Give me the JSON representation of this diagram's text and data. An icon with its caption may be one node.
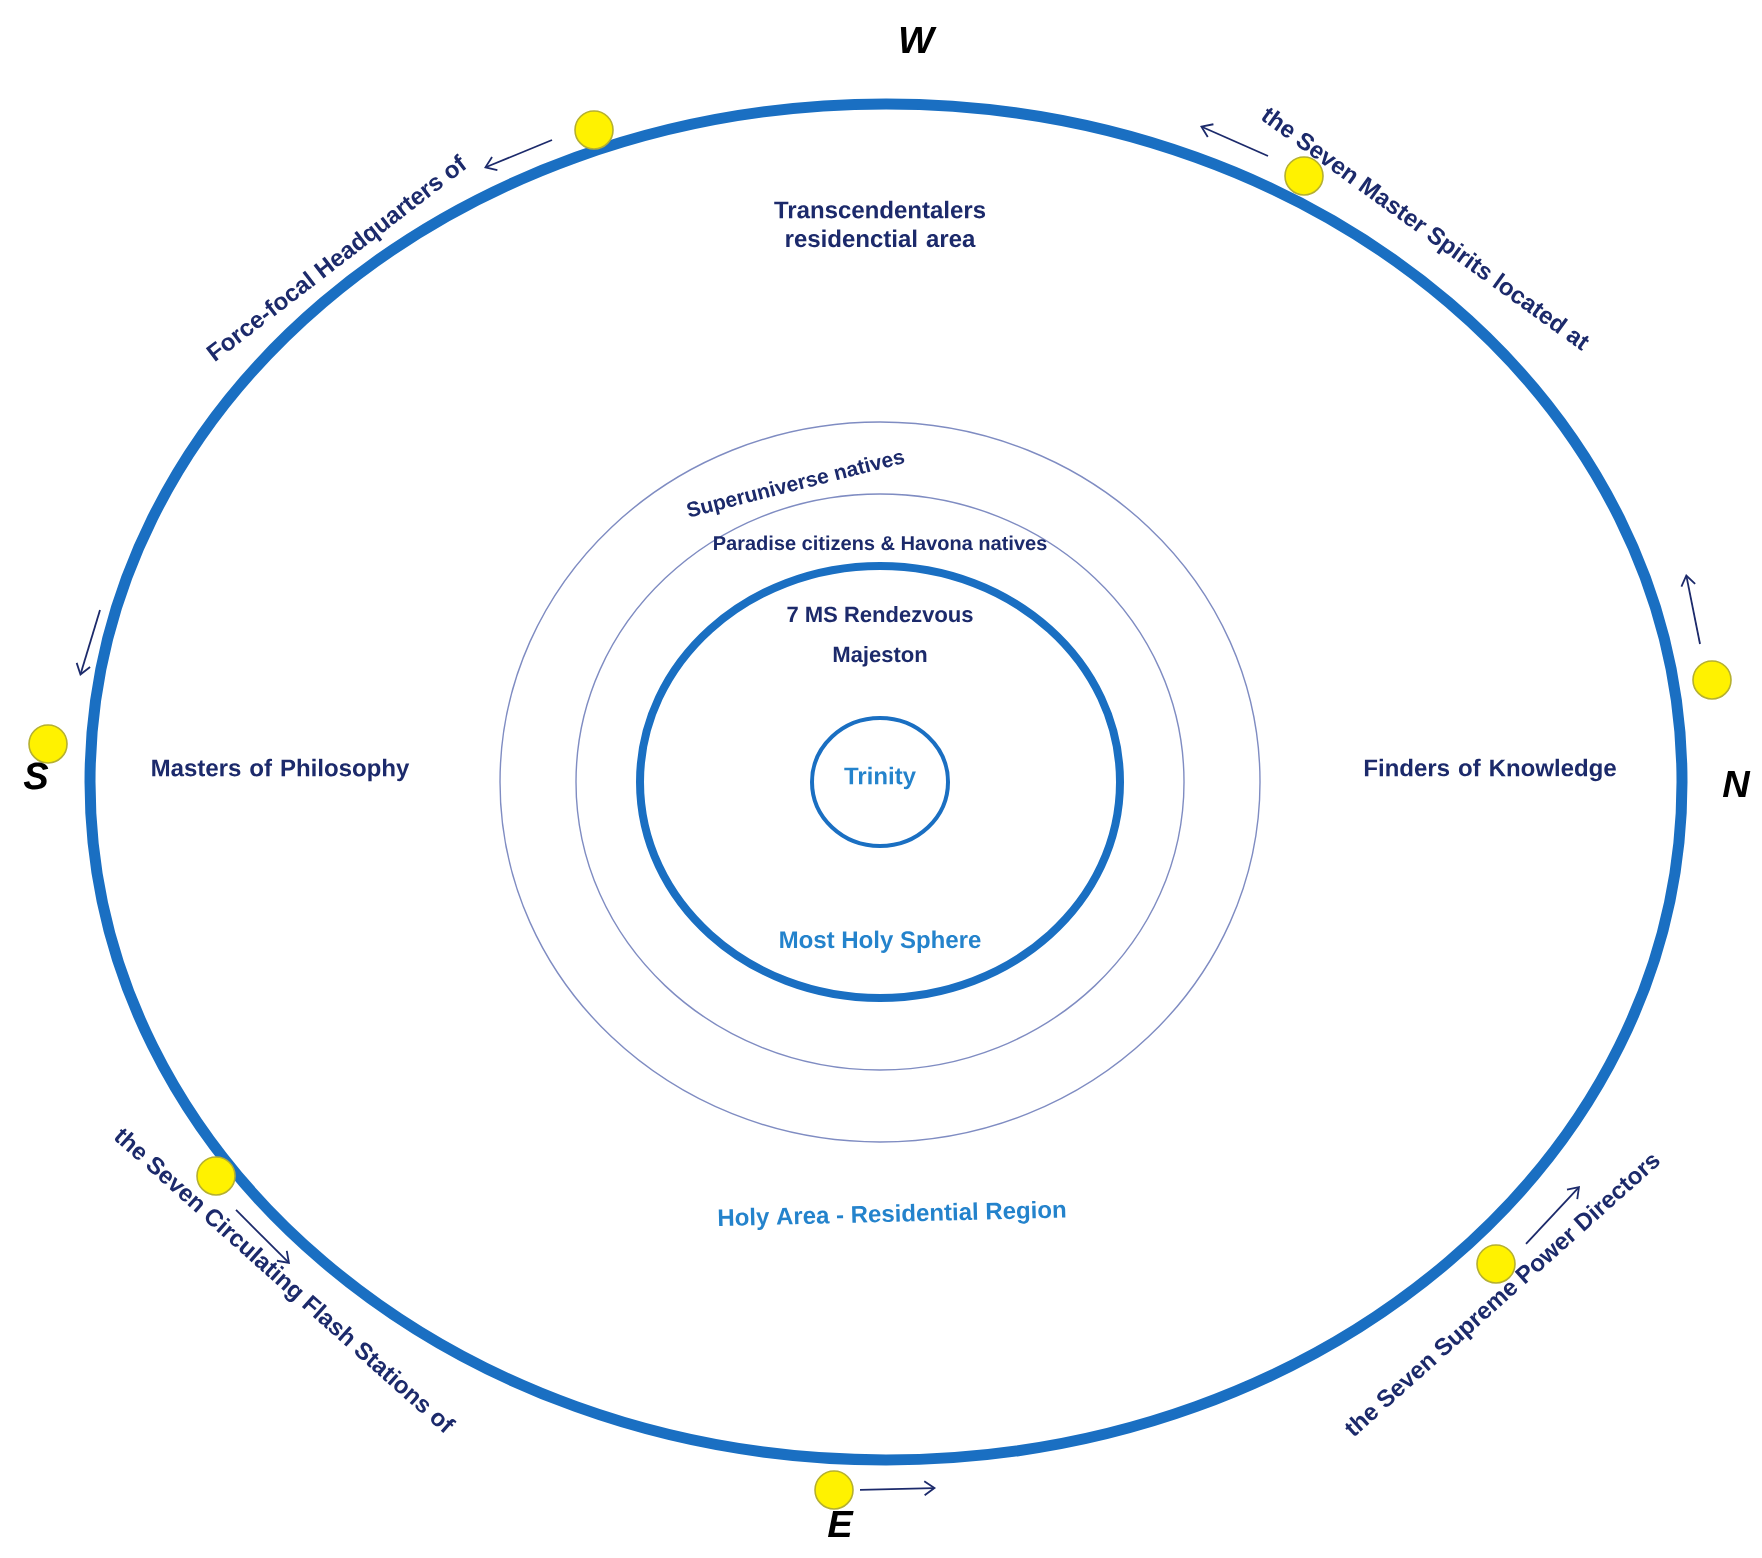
{
  "diagram": {
    "nodes": [
      {
        "text": [
          "Transcendentalers residenctial area",
          "Masters of Philosophy",
          "Finders of Knowledge",
          "Holy Area - Residential Region"
        ]
      },
      {
        "text": [
          "Superuniverse natives"
        ],
        "in": 0
      },
      {
        "text": [
          "Paradise citizens & Havona natives"
        ],
        "in": 1
      },
      {
        "text": [
          "7 MS Rendezvous",
          "Majeston",
          "Most Holy Sphere"
        ],
        "in": 2
      },
      {
        "text": [
          "Trinity"
        ],
        "in": 3
      },
      {
        "text": [],
        "shape": "circle"
      },
      {
        "text": [],
        "shape": "circle"
      },
      {
        "text": [],
        "shape": "circle"
      },
      {
        "text": [],
        "shape": "circle"
      },
      {
        "text": [],
        "shape": "circle"
      },
      {
        "text": [],
        "shape": "circle"
      },
      {
        "text": [],
        "shape": "circle"
      }
    ],
    "labels": [
      "W",
      "Force-focal Headquarters of",
      "the Seven Master Spirits located at",
      "S",
      "N",
      "the Seven Circulating Flash Stations of",
      "the Seven Supreme Power Directors",
      "E"
    ]
  }
}
